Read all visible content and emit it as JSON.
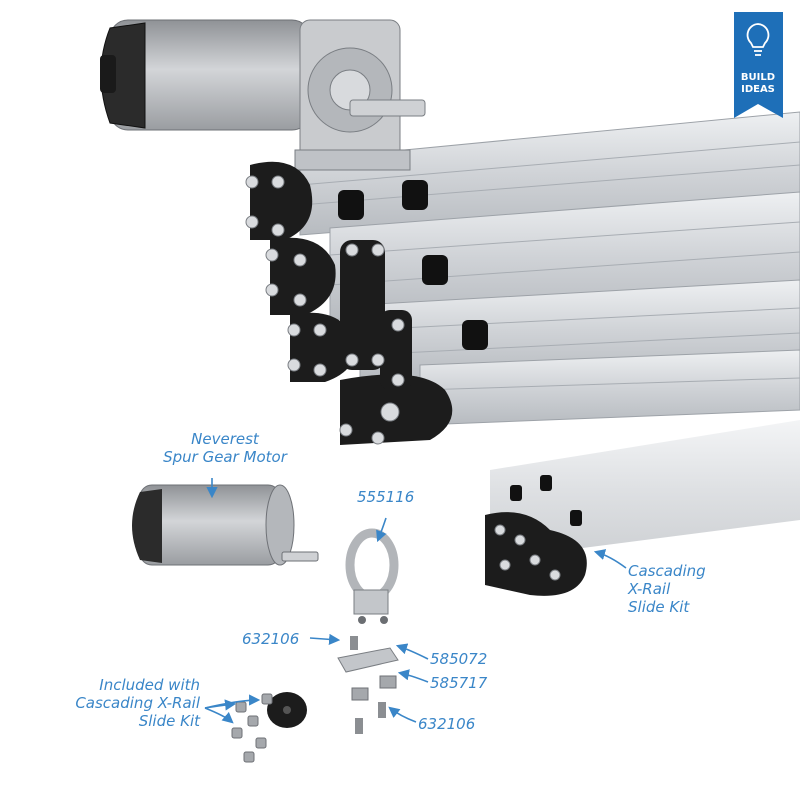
{
  "badge": {
    "line1": "BUILD",
    "line2": "IDEAS",
    "color": "#1e6fb8",
    "icon": "lightbulb-icon"
  },
  "labels": {
    "motor": [
      "Neverest",
      "Spur Gear Motor"
    ],
    "motor_mount": "555116",
    "screw_top": "632106",
    "plate": "585072",
    "nut": "585717",
    "screw_bottom": "632106",
    "slide_kit": [
      "Cascading",
      "X-Rail",
      "Slide Kit"
    ],
    "included": [
      "Included with",
      "Cascading X-Rail",
      "Slide Kit"
    ]
  },
  "colors": {
    "callout": "#3a86c8",
    "rail": "#d4d6d9",
    "motor_body": "#bfc1c4",
    "bracket": "#1c1c1c"
  }
}
